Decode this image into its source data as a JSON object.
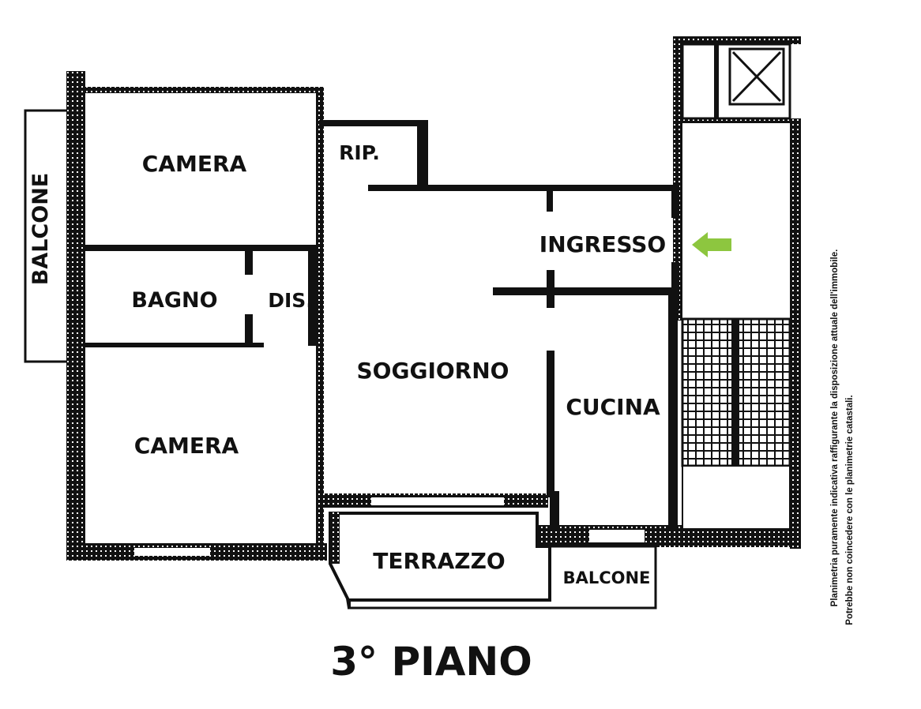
{
  "rooms": {
    "camera_top": "CAMERA",
    "camera_bottom": "CAMERA",
    "bagno": "BAGNO",
    "disimpegno": "DIS.",
    "ripostiglio": "RIP.",
    "ingresso": "INGRESSO",
    "soggiorno": "SOGGIORNO",
    "cucina": "CUCINA",
    "terrazzo": "TERRAZZO",
    "balcone_left": "BALCONE",
    "balcone_bottom": "BALCONE"
  },
  "floor_title": "3° PIANO",
  "disclaimer": {
    "line1": "Planimetria puramente indicativa raffigurante la disposizione attuale dell'immobile.",
    "line2": "Potrebbe non coincedere con le planimetrie catastali."
  },
  "colors": {
    "wall": "#111111",
    "entrance_arrow": "#8dc63f",
    "background": "#ffffff"
  },
  "icons": {
    "entrance": "arrow-left-icon",
    "stairs": "staircase-icon",
    "elevator": "elevator-shaft-icon"
  }
}
